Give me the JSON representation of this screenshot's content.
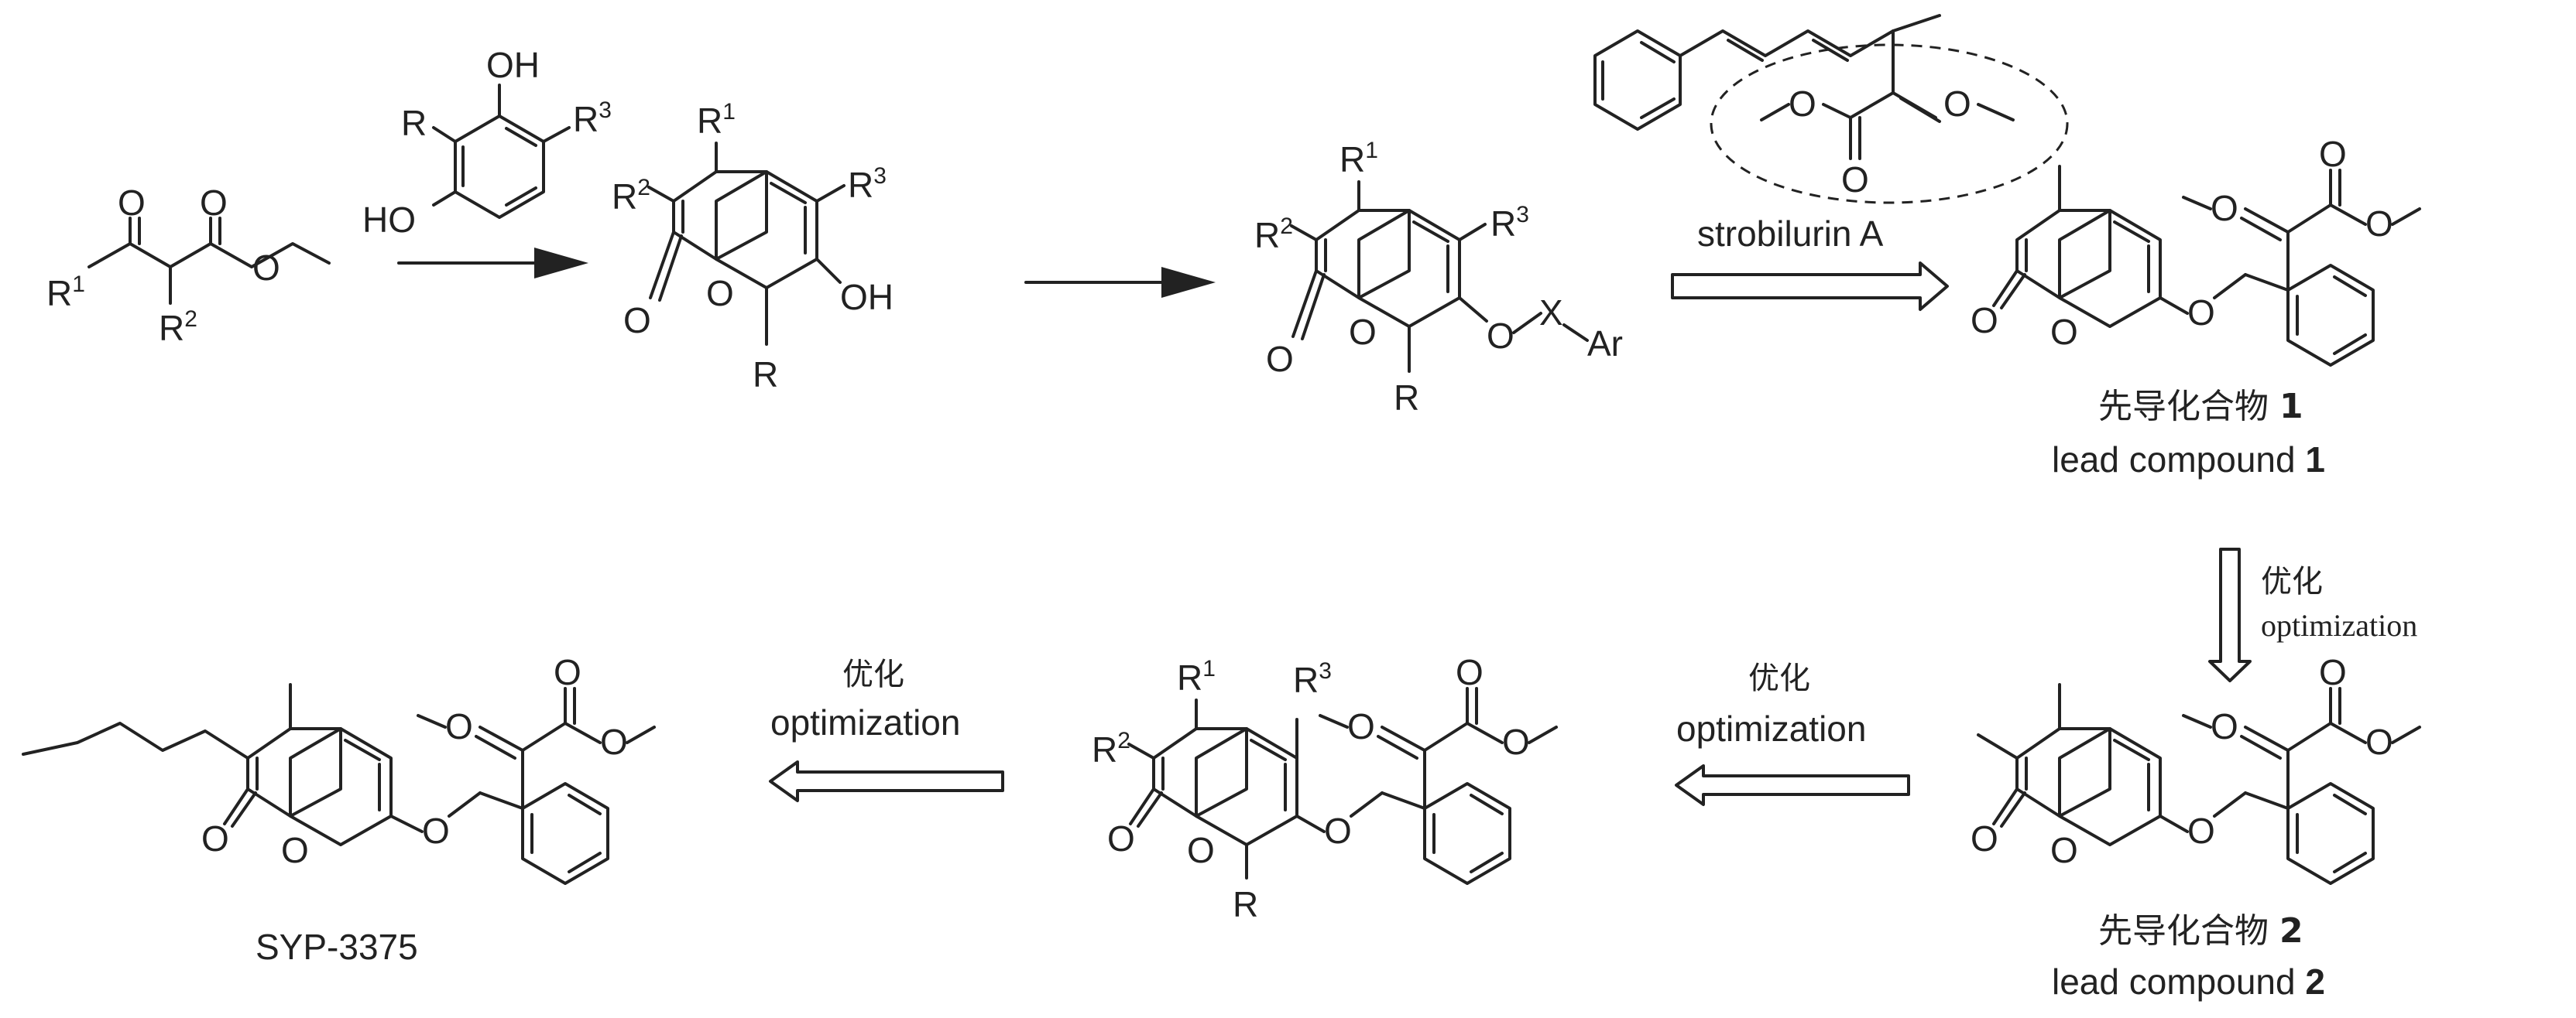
{
  "reagent": {
    "oh_top": "OH",
    "r": "R",
    "r3": "R3",
    "ho": "HO"
  },
  "reactions": {
    "strobilurin_label": "strobilurin A",
    "opt_cn": "优化",
    "opt_en": "optimization"
  },
  "substituents": {
    "r1": "R1",
    "r2": "R2",
    "r3": "R3",
    "r": "R",
    "oh": "OH",
    "o": "O",
    "x": "X",
    "ar": "Ar"
  },
  "lead1": {
    "cn": "先导化合物 ",
    "en": "lead compound ",
    "num": "1"
  },
  "lead2": {
    "cn": "先导化合物 ",
    "en": "lead compound ",
    "num": "2"
  },
  "final": {
    "name": "SYP-3375"
  }
}
